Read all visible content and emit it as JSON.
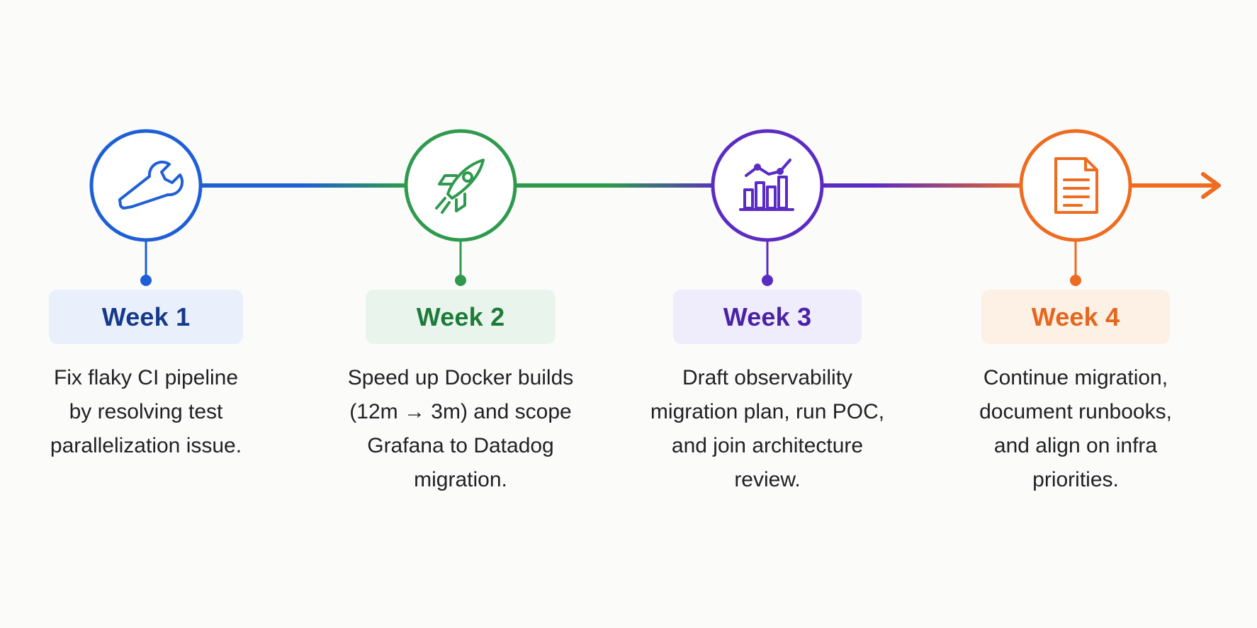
{
  "timeline": {
    "steps": [
      {
        "title": "Week 1",
        "icon": "wrench-icon",
        "color": "#1f5fd6",
        "badge_bg": "#e9f0fc",
        "badge_text": "#153a8a",
        "description": [
          "Fix flaky CI pipeline",
          "by resolving test",
          "parallelization issue."
        ]
      },
      {
        "title": "Week 2",
        "icon": "rocket-icon",
        "color": "#2f9a4e",
        "badge_bg": "#e9f5ec",
        "badge_text": "#1e7b39",
        "description": [
          "Speed up Docker builds",
          "(12m → 3m) and scope",
          "Grafana to Datadog",
          "migration."
        ]
      },
      {
        "title": "Week 3",
        "icon": "chart-icon",
        "color": "#5b2bc4",
        "badge_bg": "#efecfb",
        "badge_text": "#4a22a6",
        "description": [
          "Draft observability",
          "migration plan, run POC,",
          "and join architecture",
          "review."
        ]
      },
      {
        "title": "Week 4",
        "icon": "document-icon",
        "color": "#ee6b1f",
        "badge_bg": "#fdf0e4",
        "badge_text": "#e5661c",
        "description": [
          "Continue migration,",
          "document runbooks,",
          "and align on infra",
          "priorities."
        ]
      }
    ]
  }
}
